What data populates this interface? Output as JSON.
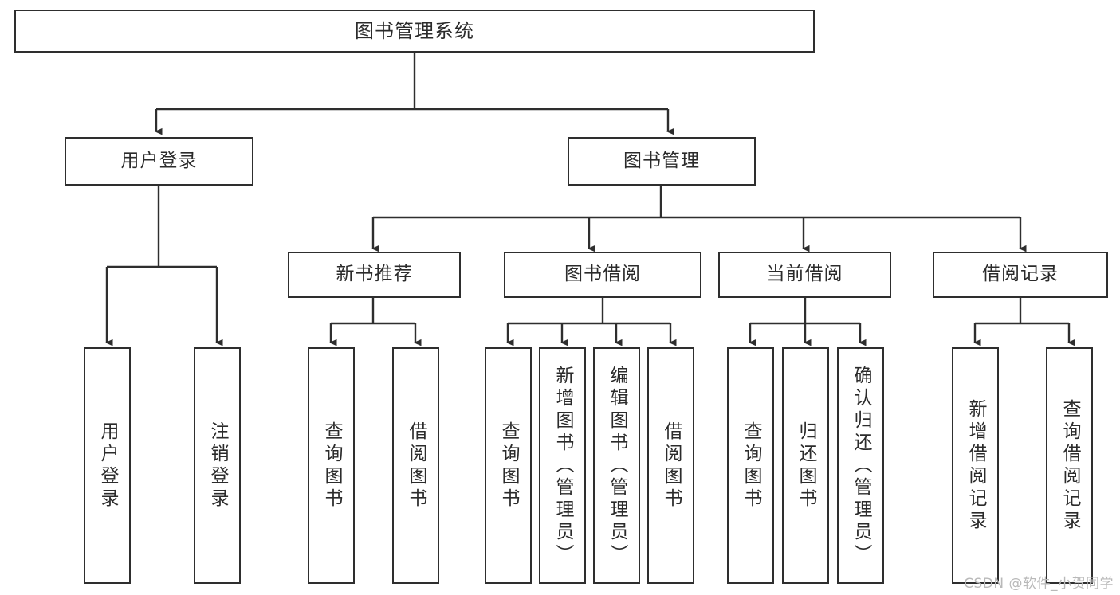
{
  "diagram": {
    "title": "图书管理系统",
    "type": "hierarchy-tree",
    "watermark": "CSDN @软件_小贺同学",
    "colors": {
      "border": "#2e2e2e",
      "text": "#2b2b2b",
      "background": "#ffffff",
      "connector": "#2e2e2e",
      "watermark": "#b9b9b9"
    },
    "nodes": {
      "root": {
        "label": "图书管理系统"
      },
      "level2": [
        {
          "key": "user_login",
          "label": "用户登录"
        },
        {
          "key": "book_manage",
          "label": "图书管理"
        }
      ],
      "level3": [
        {
          "key": "new_book_rec",
          "label": "新书推荐"
        },
        {
          "key": "book_borrow",
          "label": "图书借阅"
        },
        {
          "key": "current_borrow",
          "label": "当前借阅"
        },
        {
          "key": "borrow_record",
          "label": "借阅记录"
        }
      ],
      "leaves": {
        "user_login": [
          {
            "label": "用户登录"
          },
          {
            "label": "注销登录"
          }
        ],
        "new_book_rec": [
          {
            "label": "查询图书"
          },
          {
            "label": "借阅图书"
          }
        ],
        "book_borrow": [
          {
            "label": "查询图书"
          },
          {
            "label": "新增图书（管理员）"
          },
          {
            "label": "编辑图书（管理员）"
          },
          {
            "label": "借阅图书"
          }
        ],
        "current_borrow": [
          {
            "label": "查询图书"
          },
          {
            "label": "归还图书"
          },
          {
            "label": "确认归还（管理员）"
          }
        ],
        "borrow_record": [
          {
            "label": "新增借阅记录"
          },
          {
            "label": "查询借阅记录"
          }
        ]
      }
    }
  }
}
